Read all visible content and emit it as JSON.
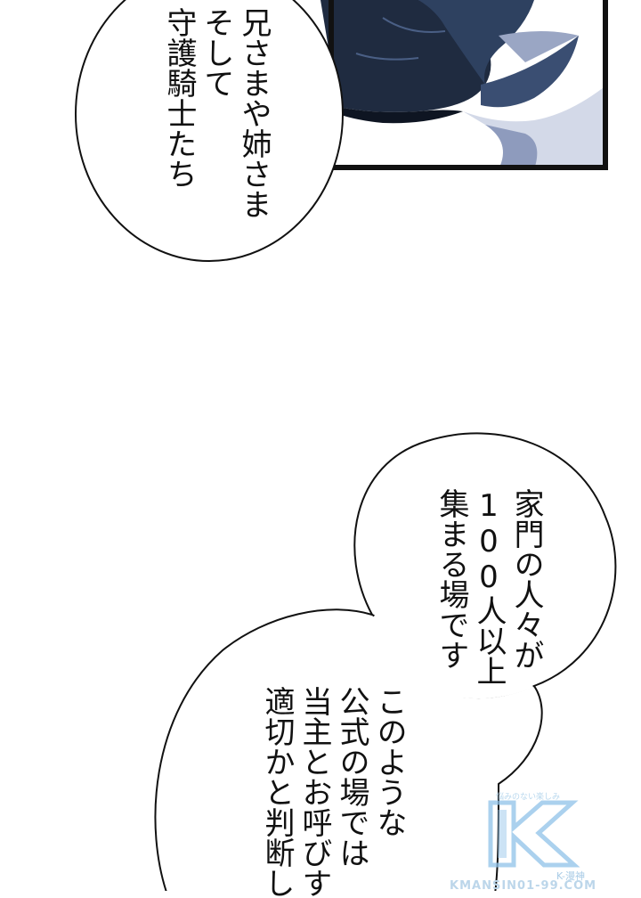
{
  "bubbles": {
    "top_left": {
      "lines": [
        "兄さまや姉さま",
        "そして",
        "守護騎士たち"
      ]
    },
    "middle_right": {
      "lines": [
        "家門の人々が",
        "100人以上",
        "集まる場です"
      ]
    },
    "bottom": {
      "lines": [
        "このような",
        "公式の場では",
        "当主とお呼びす",
        "適切かと判断し"
      ]
    }
  },
  "watermark": {
    "tagline": "悩みのない楽しみ",
    "logo_letter": "K",
    "sub": "K-漫神",
    "url": "KMANSIN01-99.COM"
  },
  "colors": {
    "ink": "#111111",
    "panel_dark": "#1e2a3d",
    "panel_mid": "#2c3d58",
    "watermark": "#8fc1e8"
  }
}
